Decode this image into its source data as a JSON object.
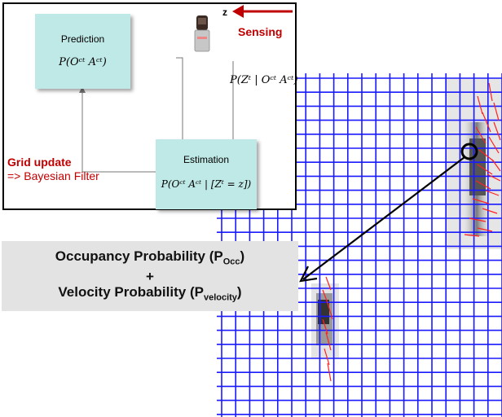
{
  "filter": {
    "prediction": {
      "title": "Prediction",
      "formula": "P(Oᶜᵗ Aᶜᵗ)"
    },
    "estimation": {
      "title": "Estimation",
      "formula": "P(Oᶜᵗ Aᶜᵗ | [Zᵗ = z])"
    },
    "sensor_model": "P(Zᵗ | Oᶜᵗ Aᶜᵗ)",
    "grid_update_title": "Grid update",
    "grid_update_sub": "=> Bayesian Filter"
  },
  "sensing": {
    "z_label": "z",
    "label": "Sensing"
  },
  "callout": {
    "line1_main": "Occupancy Probability (P",
    "line1_sub": "Occ",
    "line1_end": ")",
    "plus": "+",
    "line2_main": "Velocity Probability (P",
    "line2_sub": "velocity",
    "line2_end": ")"
  },
  "colors": {
    "grid_line": "#1a1aff",
    "velocity_vector": "#ff2020",
    "label_red": "#c00000",
    "node_fill": "#bfe9e6",
    "callout_fill": "#e3e3e3"
  }
}
